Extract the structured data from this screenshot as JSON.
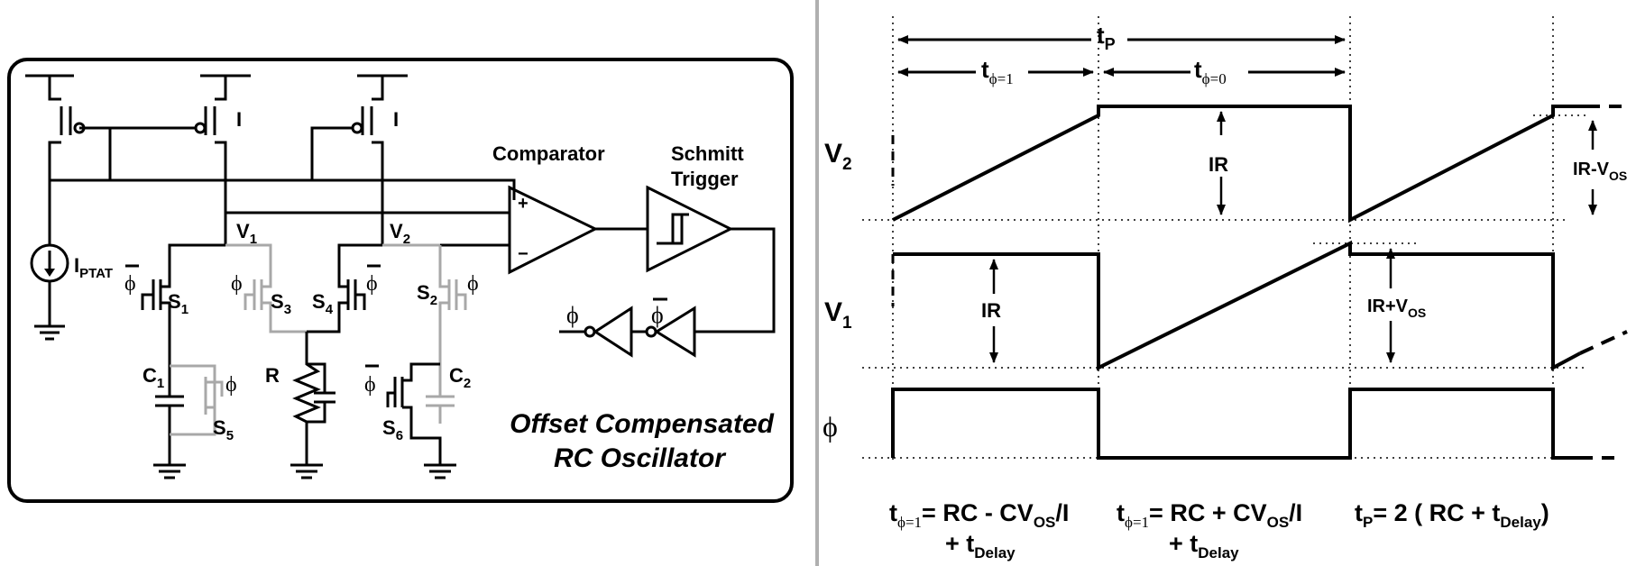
{
  "circuit": {
    "title_line1": "Offset Compensated",
    "title_line2": "RC Oscillator",
    "comparator": "Comparator",
    "schmitt1": "Schmitt",
    "schmitt2": "Trigger",
    "i_left": "I",
    "i_right": "I",
    "iptat": "I",
    "iptat_sub": "PTAT",
    "v1": "V",
    "v1_sub": "1",
    "v2": "V",
    "v2_sub": "2",
    "s1": "S",
    "s1_sub": "1",
    "s2": "S",
    "s2_sub": "2",
    "s3": "S",
    "s3_sub": "3",
    "s4": "S",
    "s4_sub": "4",
    "s5": "S",
    "s5_sub": "5",
    "s6": "S",
    "s6_sub": "6",
    "c1": "C",
    "c1_sub": "1",
    "c2": "C",
    "c2_sub": "2",
    "r": "R",
    "plus": "+",
    "minus": "−",
    "phi": "ϕ"
  },
  "timing": {
    "tp": "t",
    "tp_sub": "P",
    "tphi1": "t",
    "tphi1_sub": "ϕ=1",
    "tphi0": "t",
    "tphi0_sub": "ϕ=0",
    "v2_label": "V",
    "v2_sub": "2",
    "v1_label": "V",
    "v1_sub": "1",
    "phi_label": "ϕ",
    "ir_top": "IR",
    "ir_mid": "IR",
    "ir_minus_vos": "IR-V",
    "ir_minus_vos_sub": "OS",
    "ir_plus_vos": "IR+V",
    "ir_plus_vos_sub": "OS"
  },
  "equations": {
    "eq1_a": "t",
    "eq1_a_sub": "ϕ=1",
    "eq1_b": "= RC - CV",
    "eq1_b_sub": "OS",
    "eq1_c": "/I",
    "eq1_d": "+ t",
    "eq1_d_sub": "Delay",
    "eq2_a": "t",
    "eq2_a_sub": "ϕ=1",
    "eq2_b": "= RC + CV",
    "eq2_b_sub": "OS",
    "eq2_c": "/I",
    "eq2_d": "+ t",
    "eq2_d_sub": "Delay",
    "eq3_a": "t",
    "eq3_a_sub": "P",
    "eq3_b": "= 2 ( RC + t",
    "eq3_b_sub": "Delay",
    "eq3_c": ")"
  }
}
